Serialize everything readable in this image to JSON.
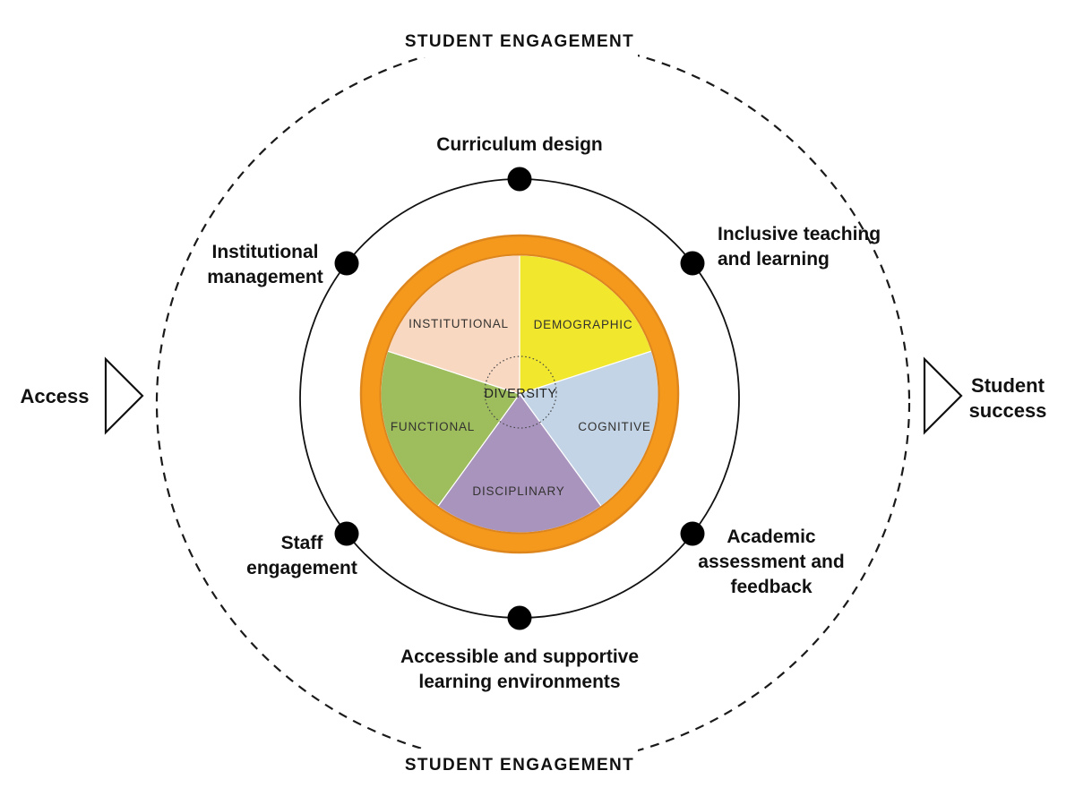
{
  "engagement_ring": {
    "top_label": "STUDENT ENGAGEMENT",
    "bottom_label": "STUDENT ENGAGEMENT"
  },
  "sides": {
    "left_label": "Access",
    "right_label_lines": [
      "Student",
      "success"
    ]
  },
  "center_pie": {
    "center_label": "DIVERSITY",
    "ring_color": "#F5991D",
    "ring_edge_color": "#DE861E",
    "segments": [
      {
        "label": "DEMOGRAPHIC",
        "color": "#F1E72C"
      },
      {
        "label": "COGNITIVE",
        "color": "#C3D4E7"
      },
      {
        "label": "DISCIPLINARY",
        "color": "#A994BE"
      },
      {
        "label": "FUNCTIONAL",
        "color": "#9EBD5D"
      },
      {
        "label": "INSTITUTIONAL",
        "color": "#F9D8C2"
      }
    ]
  },
  "practice_nodes": [
    {
      "lines": [
        "Curriculum design"
      ]
    },
    {
      "lines": [
        "Inclusive teaching",
        "and learning"
      ]
    },
    {
      "lines": [
        "Academic",
        "assessment and",
        "feedback"
      ]
    },
    {
      "lines": [
        "Accessible and supportive",
        "learning environments"
      ]
    },
    {
      "lines": [
        "Staff",
        "engagement"
      ]
    },
    {
      "lines": [
        "Institutional",
        "management"
      ]
    }
  ],
  "node_dot_color": "#000000"
}
